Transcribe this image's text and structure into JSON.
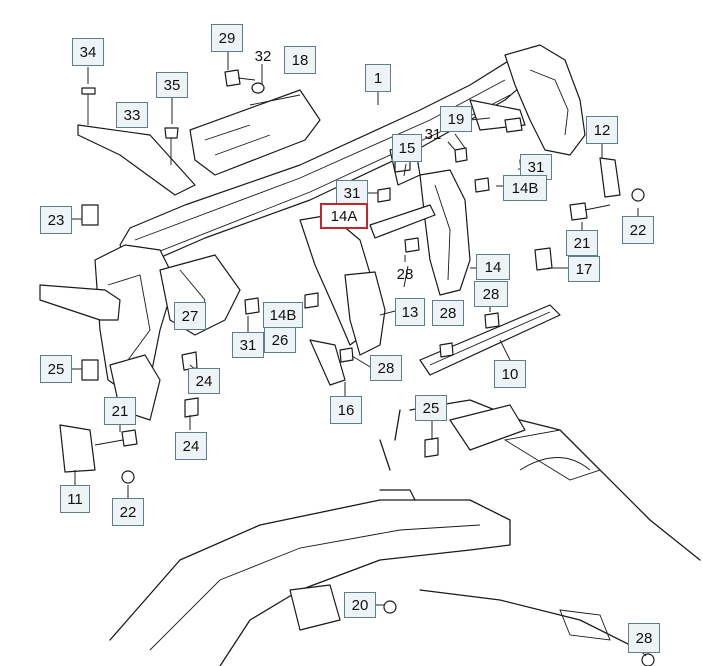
{
  "labels": {
    "l1": "1",
    "l10": "10",
    "l11": "11",
    "l12": "12",
    "l13": "13",
    "l14": "14",
    "l14A": "14A",
    "l14B_a": "14B",
    "l14B_b": "14B",
    "l15": "15",
    "l16": "16",
    "l17": "17",
    "l18": "18",
    "l19": "19",
    "l20": "20",
    "l21_a": "21",
    "l21_b": "21",
    "l22_a": "22",
    "l22_b": "22",
    "l23": "23",
    "l24_a": "24",
    "l24_b": "24",
    "l25_a": "25",
    "l25_b": "25",
    "l26": "26",
    "l27": "27",
    "l28_a": "28",
    "l28_b": "28",
    "l28_c": "28",
    "l28_d": "28",
    "l28_e": "28",
    "l29": "29",
    "l31_a": "31",
    "l31_b": "31",
    "l31_c": "31",
    "l31_d": "31",
    "l32": "32",
    "l33": "33",
    "l34": "34",
    "l35": "35"
  },
  "colors": {
    "callout_border": "#5a7f8e",
    "highlight_border": "#c1272d"
  }
}
